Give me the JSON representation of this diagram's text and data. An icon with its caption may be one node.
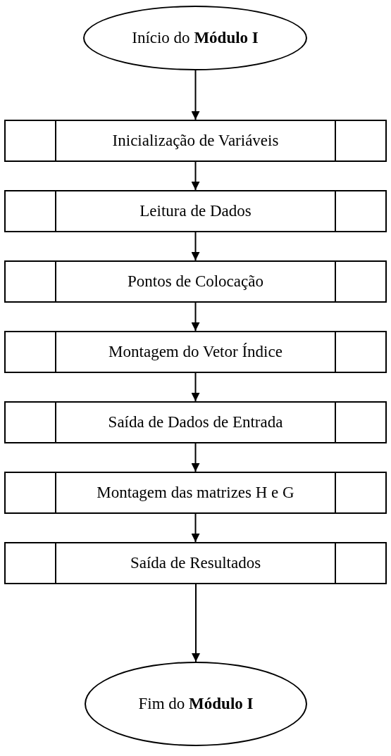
{
  "diagram": {
    "nodes": [
      {
        "text": [
          "Início do **Módulo I**"
        ]
      },
      {
        "text": [
          "Inicialização de Variáveis"
        ]
      },
      {
        "text": [
          "Leitura de Dados"
        ]
      },
      {
        "text": [
          "Pontos de Colocação"
        ]
      },
      {
        "text": [
          "Montagem do Vetor Índice"
        ]
      },
      {
        "text": [
          "Saída de Dados de Entrada"
        ]
      },
      {
        "text": [
          "Montagem das matrizes H e G"
        ]
      },
      {
        "text": [
          "Saída de Resultados"
        ]
      },
      {
        "text": [
          "Fim do **Módulo I**"
        ]
      }
    ],
    "edges": [
      {
        "from": 0,
        "to": 1,
        "arrow": "to"
      },
      {
        "from": 1,
        "to": 2,
        "arrow": "to"
      },
      {
        "from": 2,
        "to": 3,
        "arrow": "to"
      },
      {
        "from": 3,
        "to": 4,
        "arrow": "to"
      },
      {
        "from": 4,
        "to": 5,
        "arrow": "to"
      },
      {
        "from": 5,
        "to": 6,
        "arrow": "to"
      },
      {
        "from": 6,
        "to": 7,
        "arrow": "to"
      },
      {
        "from": 7,
        "to": 8,
        "arrow": "to"
      }
    ]
  }
}
